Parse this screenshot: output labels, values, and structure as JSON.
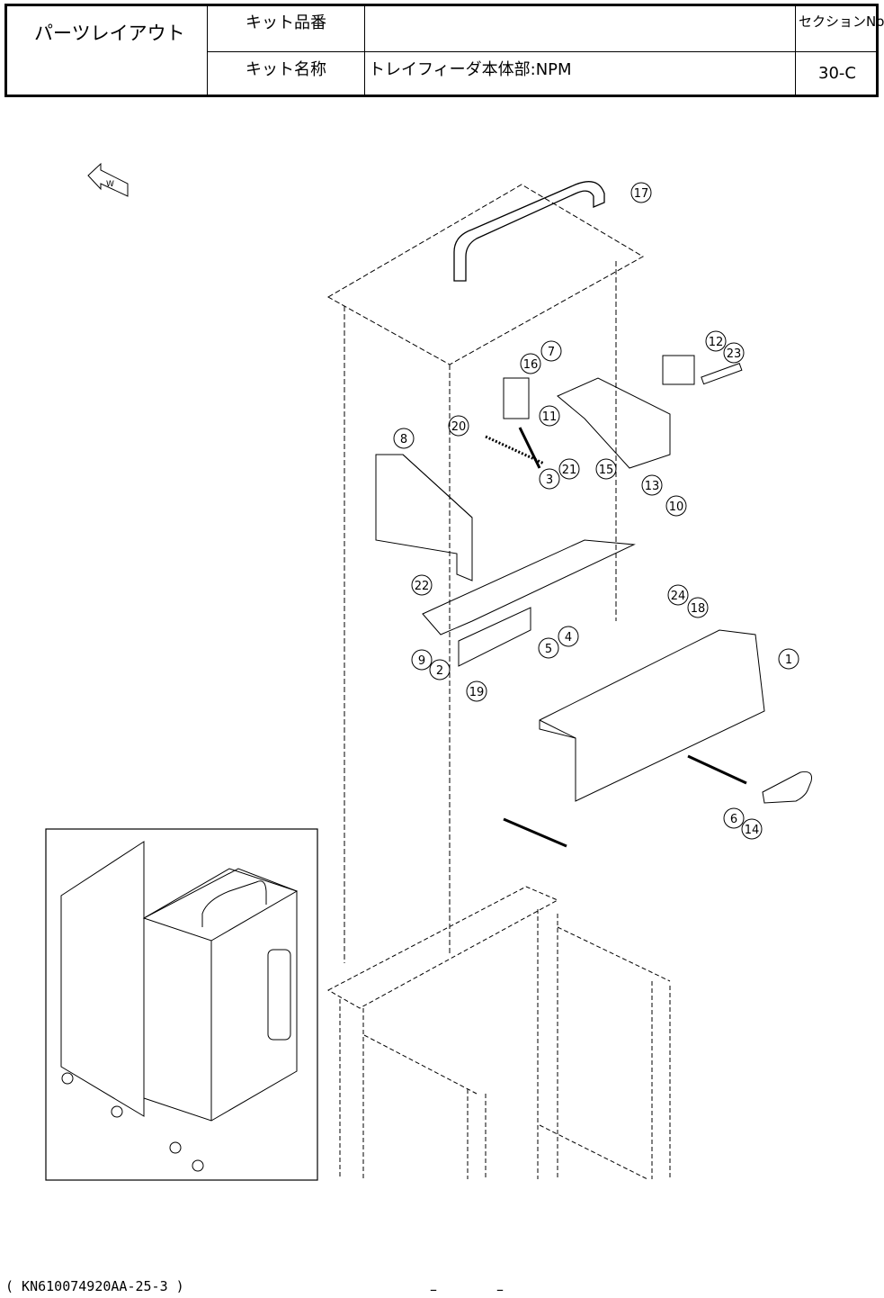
{
  "header": {
    "title": "パーツレイアウト",
    "kit_number_label": "キット品番",
    "kit_number_value": "",
    "kit_name_label": "キット名称",
    "kit_name_value": "トレイフィーダ本体部:NPM",
    "section_label": "セクションNo.",
    "section_value": "30-C"
  },
  "direction_marker": {
    "label": "W",
    "icon": "direction-arrow-icon"
  },
  "callouts": [
    "1",
    "2",
    "3",
    "4",
    "5",
    "6",
    "7",
    "8",
    "9",
    "10",
    "11",
    "12",
    "13",
    "14",
    "15",
    "16",
    "17",
    "18",
    "19",
    "20",
    "21",
    "22",
    "23",
    "24"
  ],
  "footer": {
    "doc_code": "( KN610074920AA-25-3 )",
    "page_left": "–",
    "page_right": "–"
  }
}
